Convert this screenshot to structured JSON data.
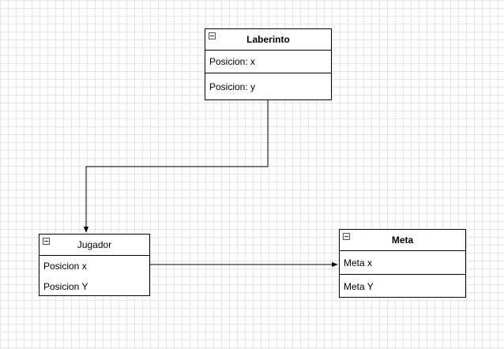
{
  "laberinto": {
    "title": "Laberinto",
    "fields": [
      "Posicion: x",
      "Posicion: y"
    ]
  },
  "jugador": {
    "title": "Jugador",
    "fields": [
      "Posicion x",
      "Posicion Y"
    ]
  },
  "meta": {
    "title": "Meta",
    "fields": [
      "Meta x",
      "Meta Y"
    ]
  }
}
